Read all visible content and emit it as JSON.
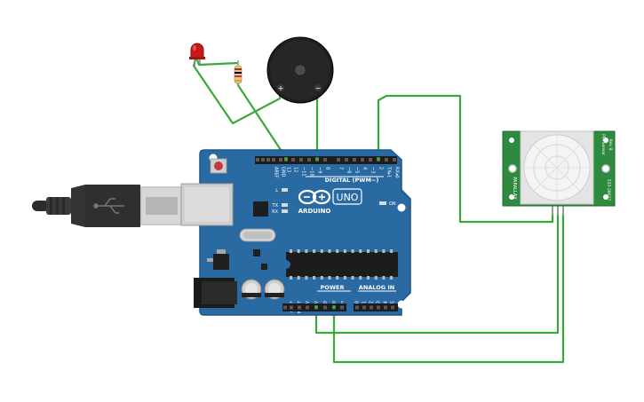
{
  "board": {
    "brand": "ARDUINO",
    "model": "UNO",
    "digital_label": "DIGITAL (PWM~)",
    "power_label": "POWER",
    "analog_label": "ANALOG IN",
    "led_l": "L",
    "led_tx": "TX",
    "led_rx": "RX",
    "on_label": "ON",
    "digital_pins": [
      "AREF",
      "GND",
      "13",
      "12",
      "~11",
      "~10",
      "~9",
      "8",
      "7",
      "~6",
      "~5",
      "4",
      "~3",
      "2",
      "TX▸1",
      "RX◂0"
    ],
    "power_pins": [
      "IOREF",
      "RESET",
      "3.3V",
      "5V",
      "GND",
      "GND",
      "Vin"
    ],
    "analog_pins": [
      "A0",
      "A1",
      "A2",
      "A3",
      "A4",
      "A5"
    ]
  },
  "pir": {
    "side_text_left": "PARALLAX",
    "side_text_right_top": "PIR Sensor",
    "side_text_right_mid": "Rev B",
    "side_text_right_bottom": "555-28027"
  },
  "buzzer": {
    "plus": "+",
    "minus": "−"
  },
  "colors": {
    "wire": "#3aa83a",
    "board": "#2a6aa3",
    "board_edge": "#1f5584",
    "pir_pcb": "#2d8a3e",
    "led": "#d42020",
    "buzzer": "#222222"
  }
}
